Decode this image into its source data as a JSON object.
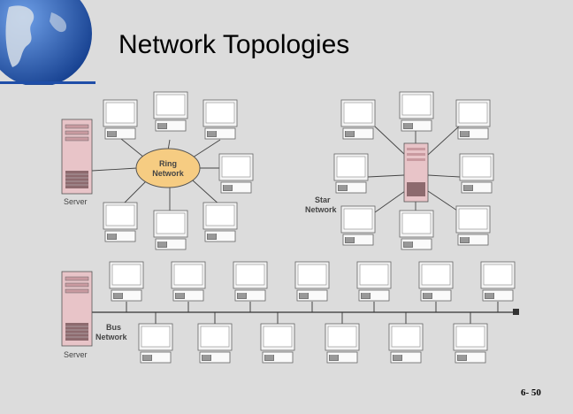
{
  "slide": {
    "title": "Network Topologies",
    "page_number": "6- 50"
  },
  "ring": {
    "label_line1": "Ring",
    "label_line2": "Network",
    "server_label": "Server"
  },
  "star": {
    "label_line1": "Star",
    "label_line2": "Network"
  },
  "bus": {
    "label_line1": "Bus",
    "label_line2": "Network",
    "server_label": "Server"
  },
  "colors": {
    "background": "#dcdcdc",
    "ring_fill": "#f6cc82",
    "server_fill": "#e8c4c8",
    "title_line": "#1f4ea8"
  }
}
